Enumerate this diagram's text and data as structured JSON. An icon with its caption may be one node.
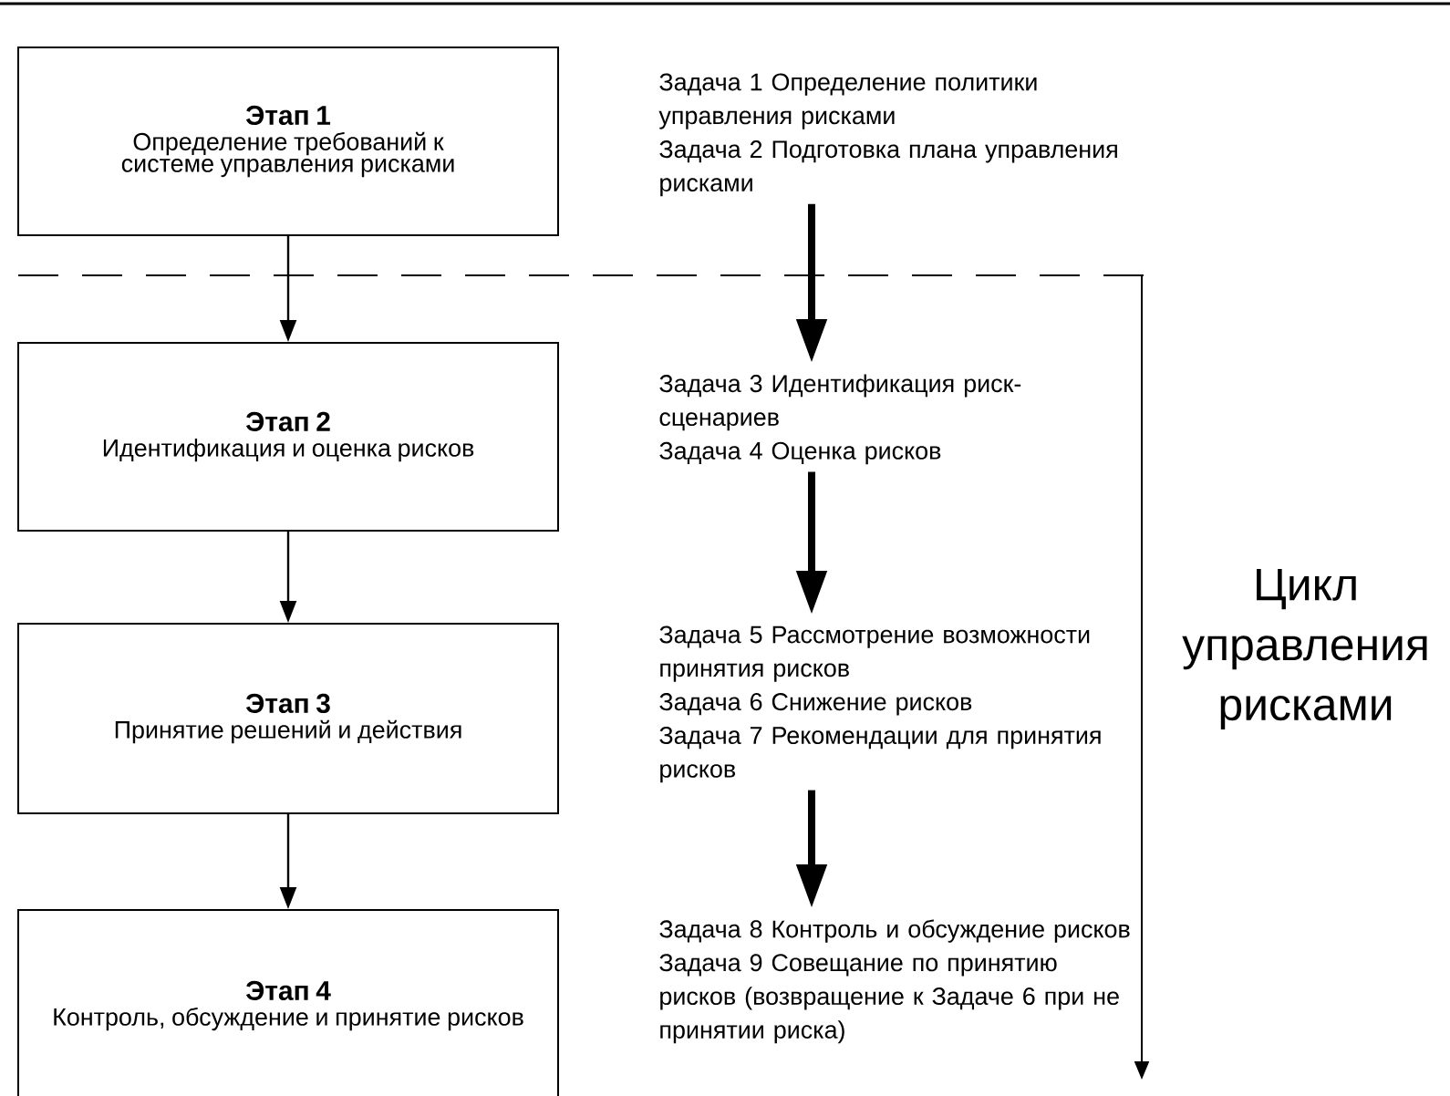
{
  "diagram": {
    "nodes": [
      {
        "text": [
          "Этап 1",
          "Определение требований к системе управления рисками"
        ]
      },
      {
        "text": [
          "Этап 2",
          "Идентификация и оценка рисков"
        ]
      },
      {
        "text": [
          "Этап 3",
          "Принятие решений и действия"
        ]
      },
      {
        "text": [
          "Этап 4",
          "Контроль, обсуждение и принятие рисков"
        ]
      },
      {
        "text": [
          "Задача 1 Определение политики управления рисками",
          "Задача 2 Подготовка плана управления рисками"
        ]
      },
      {
        "text": [
          "Задача 3 Идентификация риск-сценариев",
          "Задача 4 Оценка рисков"
        ]
      },
      {
        "text": [
          "Задача 5 Рассмотрение возможности принятия рисков",
          "Задача 6 Снижение рисков",
          "Задача 7 Рекомендации для принятия рисков"
        ]
      },
      {
        "text": [
          "Задача 8 Контроль и обсуждение рисков",
          "Задача 9 Совещание по принятию рисков (возвращение к Задаче 6 при не принятии риска)"
        ]
      }
    ],
    "edges": [
      {
        "from": 0,
        "to": 1,
        "arrow": "to"
      },
      {
        "from": 1,
        "to": 2,
        "arrow": "to"
      },
      {
        "from": 2,
        "to": 3,
        "arrow": "to"
      },
      {
        "from": 4,
        "to": 5,
        "arrow": "to",
        "style": "thick"
      },
      {
        "from": 5,
        "to": 6,
        "arrow": "to",
        "style": "thick"
      },
      {
        "from": 6,
        "to": 7,
        "arrow": "to",
        "style": "thick"
      }
    ],
    "labels": [
      "Цикл управления рисками"
    ]
  }
}
